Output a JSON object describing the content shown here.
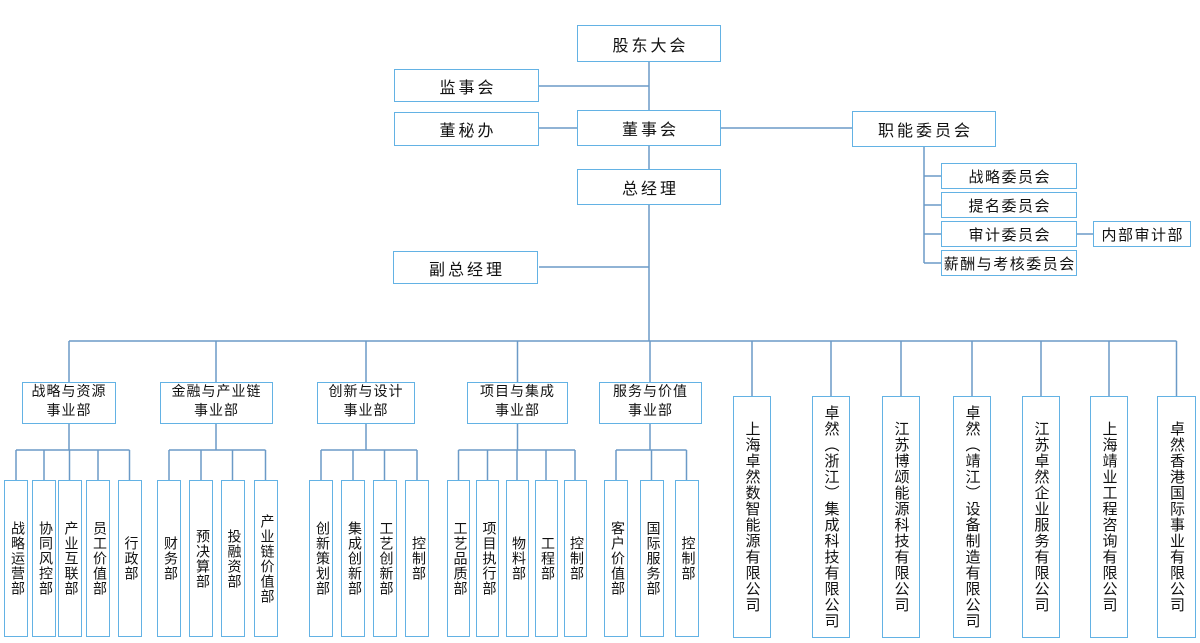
{
  "org": {
    "shareholders": "股东大会",
    "supervisory_board": "监事会",
    "board_secretary_office": "董秘办",
    "board_of_directors": "董事会",
    "functional_committees": "职能委员会",
    "committees": [
      "战略委员会",
      "提名委员会",
      "审计委员会",
      "薪酬与考核委员会"
    ],
    "internal_audit": "内部审计部",
    "general_manager": "总经理",
    "deputy_general_manager": "副总经理",
    "divisions": [
      {
        "line1": "战略与资源",
        "line2": "事业部",
        "departments": [
          "战略运营部",
          "协同风控部",
          "产业互联部",
          "员工价值部",
          "行政部"
        ]
      },
      {
        "line1": "金融与产业链",
        "line2": "事业部",
        "departments": [
          "财务部",
          "预决算部",
          "投融资部",
          "产业链价值部"
        ]
      },
      {
        "line1": "创新与设计",
        "line2": "事业部",
        "departments": [
          "创新策划部",
          "集成创新部",
          "工艺创新部",
          "控制部"
        ]
      },
      {
        "line1": "项目与集成",
        "line2": "事业部",
        "departments": [
          "工艺品质部",
          "项目执行部",
          "物料部",
          "工程部",
          "控制部"
        ]
      },
      {
        "line1": "服务与价值",
        "line2": "事业部",
        "departments": [
          "客户价值部",
          "国际服务部",
          "控制部"
        ]
      }
    ],
    "companies": [
      "上海卓然数智能源有限公司",
      "卓然（浙江）集成科技有限公司",
      "江苏博颂能源科技有限公司",
      "卓然（靖江）设备制造有限公司",
      "江苏卓然企业服务有限公司",
      "上海靖业工程咨询有限公司",
      "卓然香港国际事业有限公司"
    ],
    "colors": {
      "box_border": "#63B2E4",
      "connector": "#6B9AC7",
      "text": "#111111",
      "background": "#FFFFFF"
    }
  }
}
